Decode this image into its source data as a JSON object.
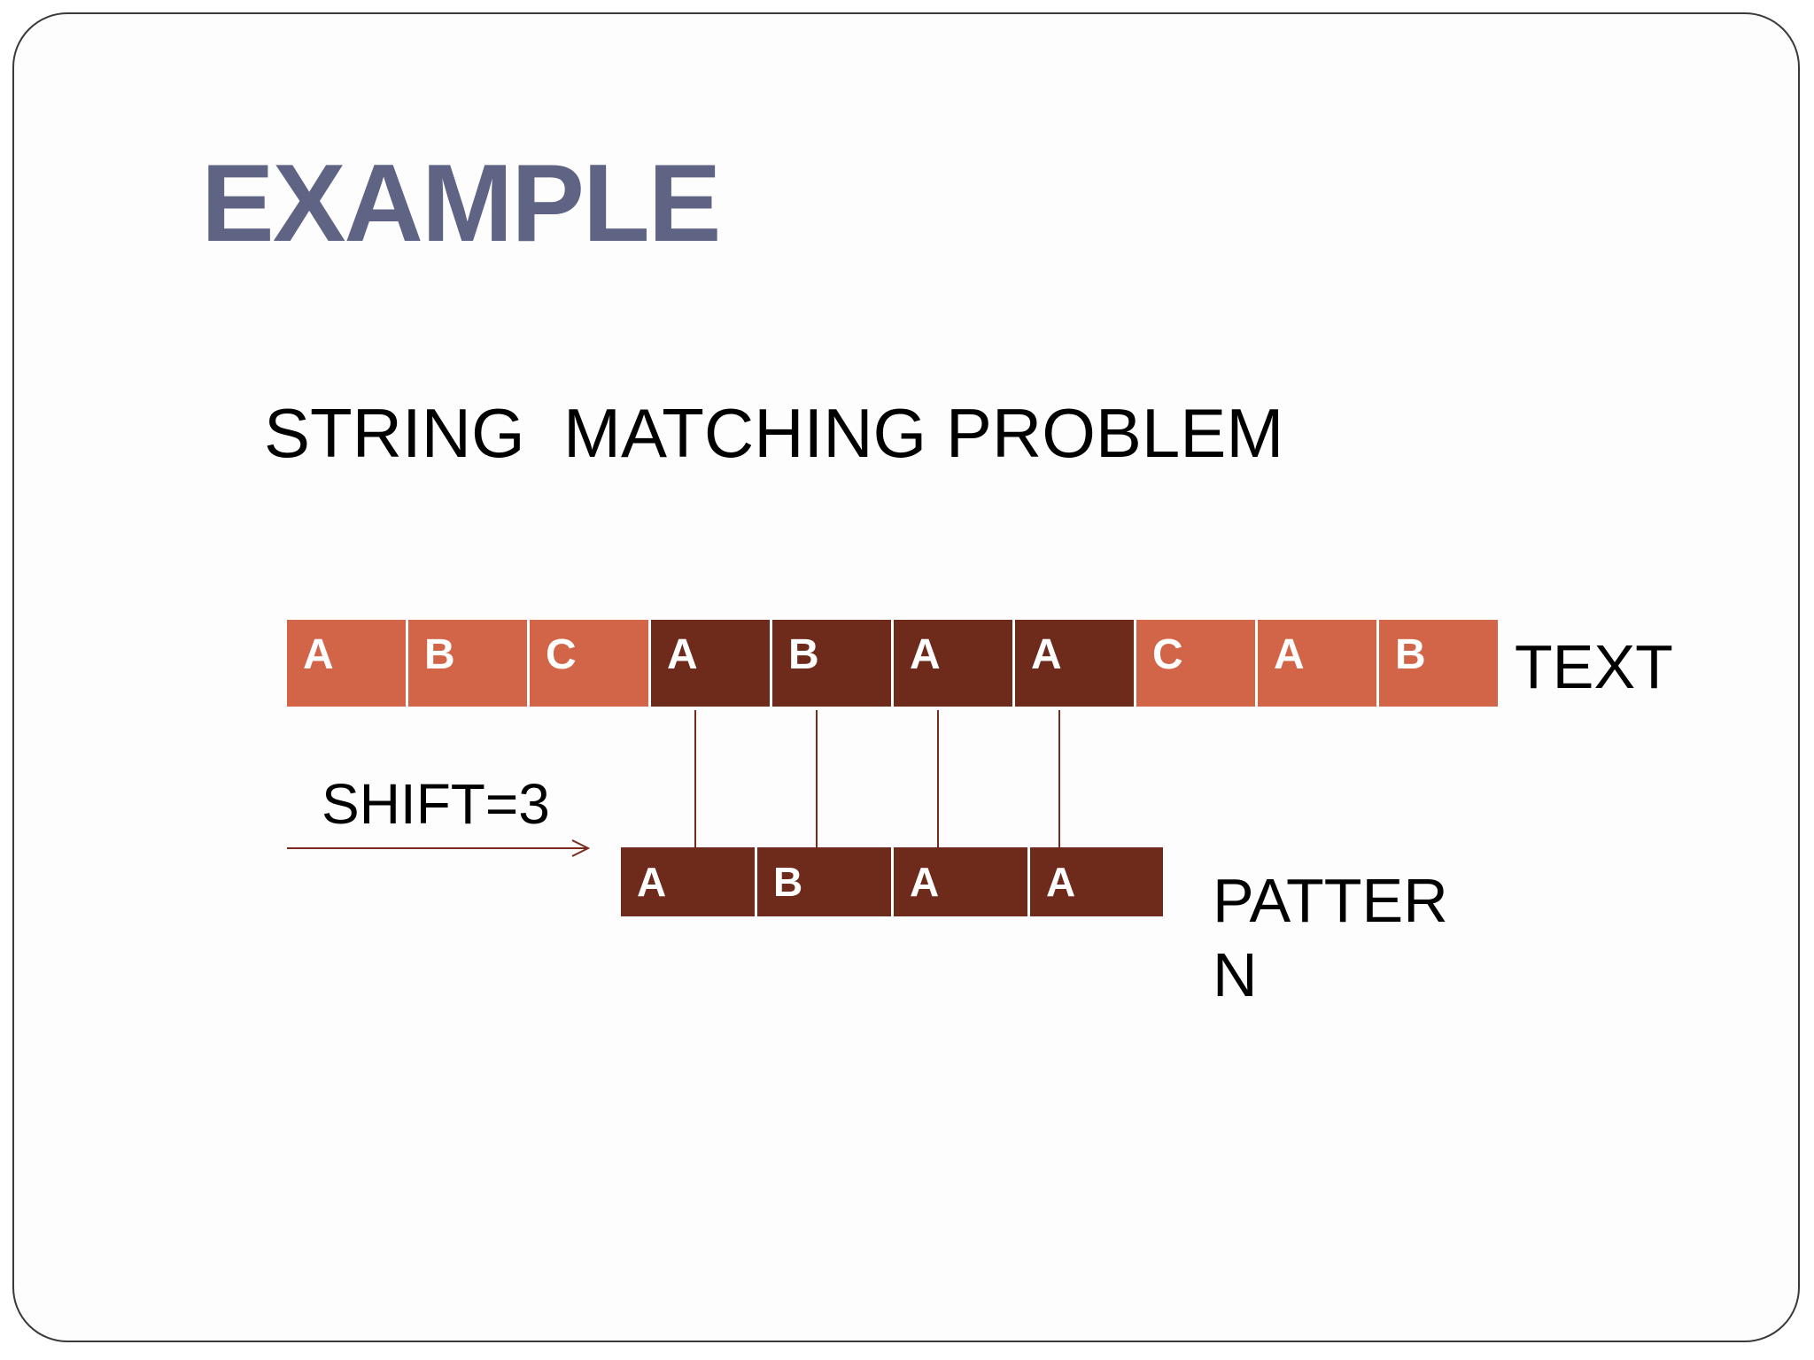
{
  "title": "EXAMPLE",
  "subtitle": "STRING  MATCHING PROBLEM",
  "text_label": "TEXT",
  "pattern_label": "PATTERN",
  "shift_label": "SHIFT=3",
  "text_cells": [
    {
      "char": "A",
      "matched": false
    },
    {
      "char": "B",
      "matched": false
    },
    {
      "char": "C",
      "matched": false
    },
    {
      "char": "A",
      "matched": true
    },
    {
      "char": "B",
      "matched": true
    },
    {
      "char": "A",
      "matched": true
    },
    {
      "char": "A",
      "matched": true
    },
    {
      "char": "C",
      "matched": false
    },
    {
      "char": "A",
      "matched": false
    },
    {
      "char": "B",
      "matched": false
    }
  ],
  "pattern_cells": [
    {
      "char": "A"
    },
    {
      "char": "B"
    },
    {
      "char": "A"
    },
    {
      "char": "A"
    }
  ],
  "shift": 3,
  "colors": {
    "title": "#5f6484",
    "unmatched_cell": "#d26548",
    "matched_cell": "#6e2b1c",
    "connector": "#7a2a1c"
  }
}
